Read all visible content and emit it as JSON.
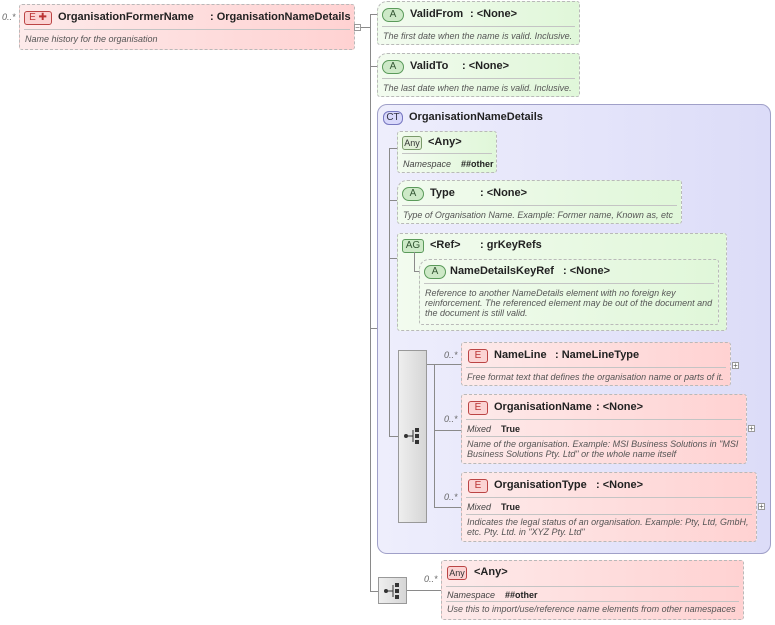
{
  "root": {
    "cardinality": "0..*",
    "badge": "E",
    "name": "OrganisationFormerName",
    "type": ": OrganisationNameDetails",
    "description": "Name history for the organisation"
  },
  "valid_from": {
    "badge": "A",
    "name": "ValidFrom",
    "type": ": <None>",
    "description": "The first date when the name is valid. Inclusive."
  },
  "valid_to": {
    "badge": "A",
    "name": "ValidTo",
    "type": ": <None>",
    "description": "The last date when the name is valid. Inclusive."
  },
  "complex_type": {
    "badge": "CT",
    "name": "OrganisationNameDetails"
  },
  "any_attr": {
    "badge": "Any",
    "name": "<Any>",
    "ns_label": "Namespace",
    "ns_value": "##other"
  },
  "type_attr": {
    "badge": "A",
    "name": "Type",
    "type": ": <None>",
    "description": "Type of Organisation Name. Example: Former name, Known as, etc"
  },
  "attr_group": {
    "badge": "AG",
    "name": "<Ref>",
    "type": ": grKeyRefs"
  },
  "key_ref": {
    "badge": "A",
    "name": "NameDetailsKeyRef",
    "type": ": <None>",
    "description_lines": [
      "Reference to another NameDetails element with no foreign key",
      "reinforcement. The referenced element may be out of the document and",
      "the document is still valid."
    ]
  },
  "name_line": {
    "cardinality": "0..*",
    "badge": "E",
    "name": "NameLine",
    "type": ": NameLineType",
    "description": "Free format text that defines the organisation name or parts of it."
  },
  "org_name": {
    "cardinality": "0..*",
    "badge": "E",
    "name": "OrganisationName",
    "type": ": <None>",
    "mixed_label": "Mixed",
    "mixed_value": "True",
    "description_lines": [
      "Name of the organisation. Example: MSI Business Solutions in \"MSI",
      "Business Solutions Pty. Ltd\" or the whole name itself"
    ]
  },
  "org_type": {
    "cardinality": "0..*",
    "badge": "E",
    "name": "OrganisationType",
    "type": ": <None>",
    "mixed_label": "Mixed",
    "mixed_value": "True",
    "description_lines": [
      "Indicates the legal status of an organisation. Example: Pty, Ltd, GmbH,",
      "etc. Pty. Ltd. in \"XYZ Pty. Ltd\""
    ]
  },
  "any_elem": {
    "cardinality": "0..*",
    "badge": "Any",
    "name": "<Any>",
    "ns_label": "Namespace",
    "ns_value": "##other",
    "description": "Use this to import/use/reference name elements from other namespaces"
  },
  "colors": {
    "element_fill": "#ffd2d2",
    "attribute_fill": "#e0f7d9",
    "complex_type_fill": "#e4e4fb",
    "connector": "#8a8a8a"
  }
}
